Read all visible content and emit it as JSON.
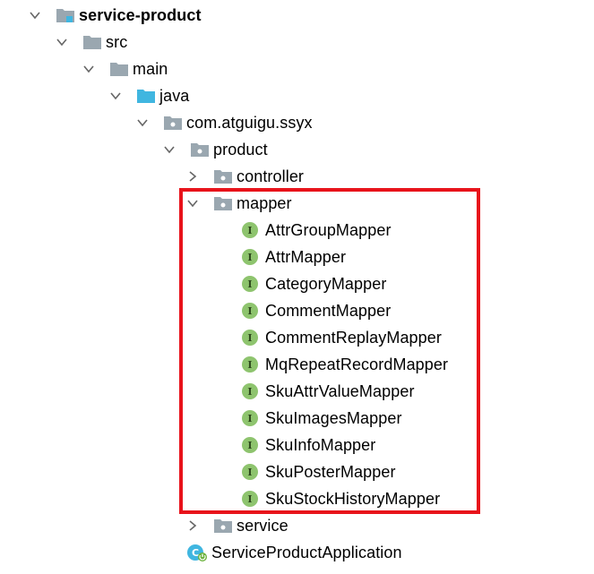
{
  "tree": {
    "module": {
      "label": "service-product",
      "expanded": true
    },
    "src": {
      "label": "src",
      "expanded": true
    },
    "main": {
      "label": "main",
      "expanded": true
    },
    "java": {
      "label": "java",
      "expanded": true
    },
    "package": {
      "label": "com.atguigu.ssyx",
      "expanded": true
    },
    "product": {
      "label": "product",
      "expanded": true
    },
    "controller": {
      "label": "controller",
      "expanded": false
    },
    "mapper": {
      "label": "mapper",
      "expanded": true,
      "items": [
        {
          "label": "AttrGroupMapper",
          "icon": "interface-icon"
        },
        {
          "label": "AttrMapper",
          "icon": "interface-icon"
        },
        {
          "label": "CategoryMapper",
          "icon": "interface-icon"
        },
        {
          "label": "CommentMapper",
          "icon": "interface-icon"
        },
        {
          "label": "CommentReplayMapper",
          "icon": "interface-icon"
        },
        {
          "label": "MqRepeatRecordMapper",
          "icon": "interface-icon"
        },
        {
          "label": "SkuAttrValueMapper",
          "icon": "interface-icon"
        },
        {
          "label": "SkuImagesMapper",
          "icon": "interface-icon"
        },
        {
          "label": "SkuInfoMapper",
          "icon": "interface-icon"
        },
        {
          "label": "SkuPosterMapper",
          "icon": "interface-icon"
        },
        {
          "label": "SkuStockHistoryMapper",
          "icon": "interface-icon"
        }
      ]
    },
    "service": {
      "label": "service",
      "expanded": false
    },
    "application": {
      "label": "ServiceProductApplication",
      "icon": "spring-boot-class-icon"
    },
    "interface_badge_letter": "I"
  },
  "colors": {
    "highlight": "#e8131b",
    "folder_gray": "#9aa7b0",
    "folder_blue": "#40b6e0",
    "interface_green": "#8ec46e"
  }
}
